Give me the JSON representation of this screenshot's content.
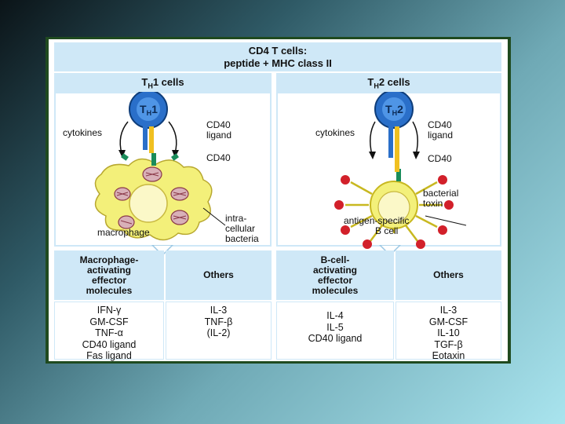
{
  "header": {
    "line1": "CD4 T cells:",
    "line2": "peptide + MHC class II"
  },
  "left": {
    "title_prefix": "T",
    "title_sub": "H",
    "title_suffix": "1 cells",
    "cell_label_main": "T",
    "cell_label_sub": "H",
    "cell_label_num": "1",
    "labels": {
      "cytokines": "cytokines",
      "cd40_ligand_1": "CD40",
      "cd40_ligand_2": "ligand",
      "cd40": "CD40",
      "intra_1": "intra-",
      "intra_2": "cellular",
      "intra_3": "bacteria",
      "macrophage": "macrophage"
    },
    "table_head_1": [
      "Macrophage-",
      "activating",
      "effector",
      "molecules"
    ],
    "table_head_2": "Others",
    "effectors": [
      "IFN-γ",
      "GM-CSF",
      "TNF-α",
      "CD40 ligand",
      "Fas ligand"
    ],
    "others": [
      "IL-3",
      "TNF-β",
      "(IL-2)"
    ]
  },
  "right": {
    "title_prefix": "T",
    "title_sub": "H",
    "title_suffix": "2 cells",
    "cell_label_main": "T",
    "cell_label_sub": "H",
    "cell_label_num": "2",
    "labels": {
      "cytokines": "cytokines",
      "cd40_ligand_1": "CD40",
      "cd40_ligand_2": "ligand",
      "cd40": "CD40",
      "toxin_1": "bacterial",
      "toxin_2": "toxin",
      "bcell_1": "antigen-specific",
      "bcell_2": "B cell"
    },
    "table_head_1": [
      "B-cell-",
      "activating",
      "effector",
      "molecules"
    ],
    "table_head_2": "Others",
    "effectors": [
      "IL-4",
      "IL-5",
      "CD40 ligand"
    ],
    "others": [
      "IL-3",
      "GM-CSF",
      "IL-10",
      "TGF-β",
      "Eotaxin"
    ]
  },
  "colors": {
    "blue_header": "#cfe8f7",
    "t_cell": "#2a6fc9",
    "cell_yellow": "#f3f07a",
    "receptor": "#f0c020",
    "toxin": "#d2202a",
    "cd40": "#1a8c5a",
    "bacteria": "#d8b0b8",
    "frame": "#1f4a1f"
  }
}
